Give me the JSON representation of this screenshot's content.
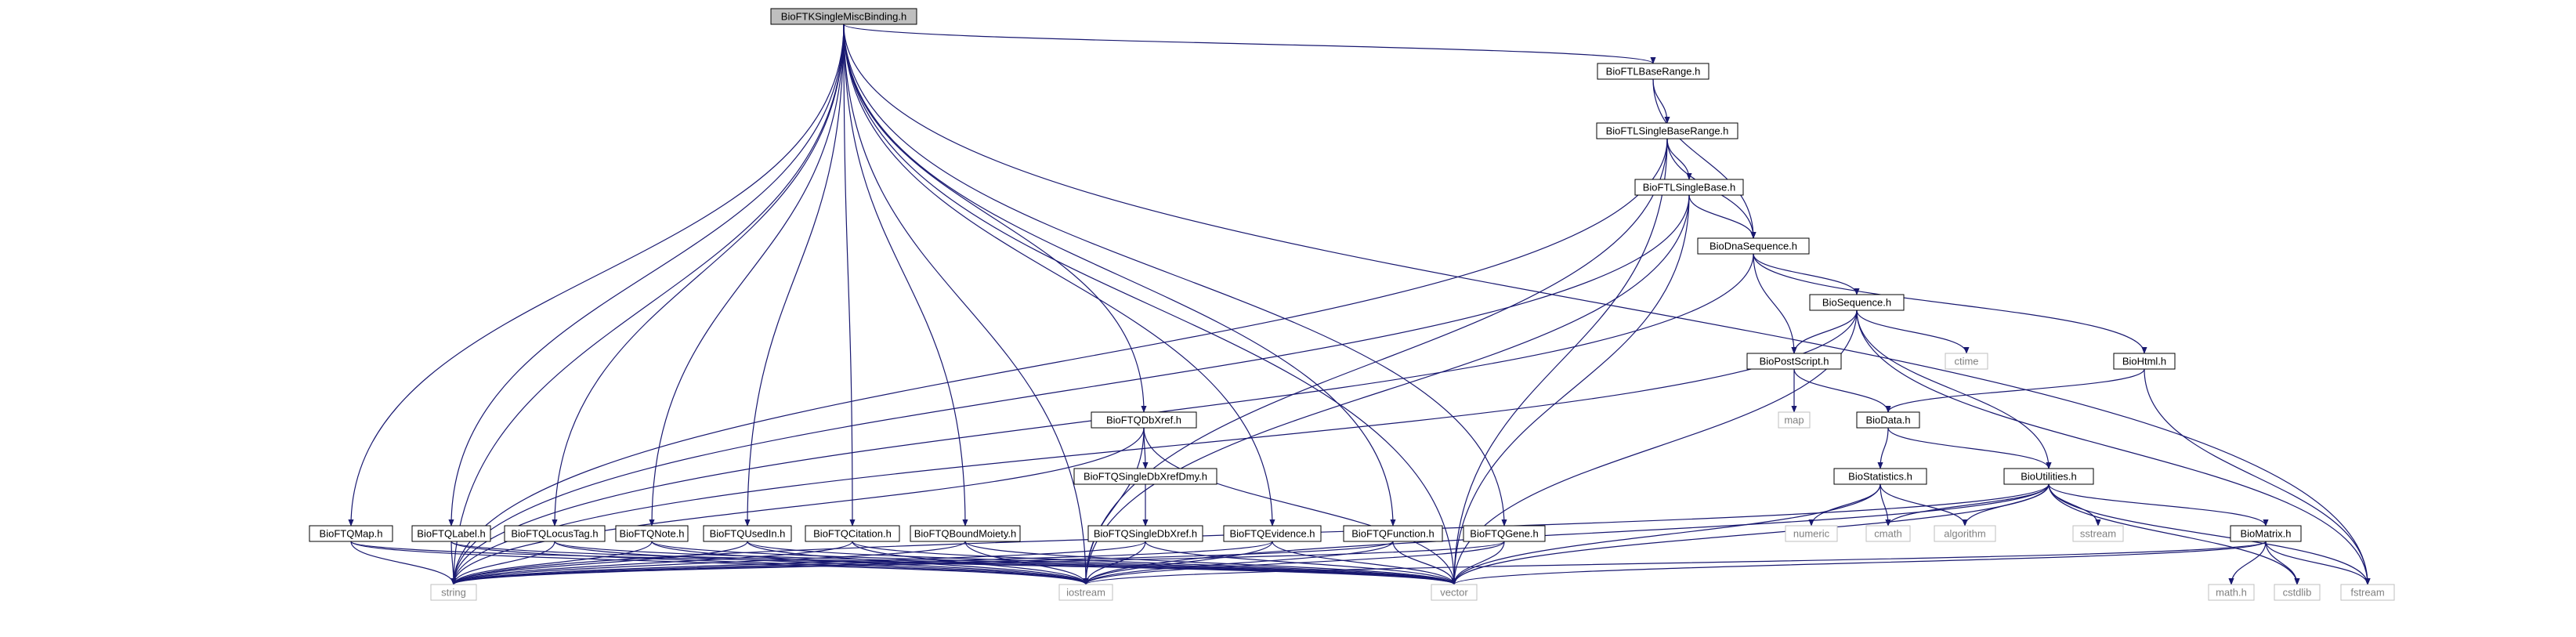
{
  "graph": {
    "colors": {
      "edge": "#191970",
      "node_border": "#000000",
      "external_border": "#bfbfbf",
      "root_fill": "#bfbfbf",
      "node_fill": "#ffffff",
      "external_text": "#7f7f7f"
    },
    "nodes": [
      {
        "id": "root",
        "label": "BioFTKSingleMiscBinding.h",
        "kind": "root"
      },
      {
        "id": "baserange",
        "label": "BioFTLBaseRange.h",
        "kind": "header"
      },
      {
        "id": "sbaserange",
        "label": "BioFTLSingleBaseRange.h",
        "kind": "header"
      },
      {
        "id": "sbase",
        "label": "BioFTLSingleBase.h",
        "kind": "header"
      },
      {
        "id": "dna",
        "label": "BioDnaSequence.h",
        "kind": "header"
      },
      {
        "id": "seq",
        "label": "BioSequence.h",
        "kind": "header"
      },
      {
        "id": "ctime",
        "label": "ctime",
        "kind": "external"
      },
      {
        "id": "ps",
        "label": "BioPostScript.h",
        "kind": "header"
      },
      {
        "id": "html",
        "label": "BioHtml.h",
        "kind": "header"
      },
      {
        "id": "map",
        "label": "map",
        "kind": "external"
      },
      {
        "id": "data",
        "label": "BioData.h",
        "kind": "header"
      },
      {
        "id": "dbxref",
        "label": "BioFTQDbXref.h",
        "kind": "header"
      },
      {
        "id": "sdbxrefd",
        "label": "BioFTQSingleDbXrefDmy.h",
        "kind": "header"
      },
      {
        "id": "stats",
        "label": "BioStatistics.h",
        "kind": "header"
      },
      {
        "id": "util",
        "label": "BioUtilities.h",
        "kind": "header"
      },
      {
        "id": "numeric",
        "label": "numeric",
        "kind": "external"
      },
      {
        "id": "cmath",
        "label": "cmath",
        "kind": "external"
      },
      {
        "id": "algorithm",
        "label": "algorithm",
        "kind": "external"
      },
      {
        "id": "sstream",
        "label": "sstream",
        "kind": "external"
      },
      {
        "id": "sdbxref",
        "label": "BioFTQSingleDbXref.h",
        "kind": "header"
      },
      {
        "id": "qmap",
        "label": "BioFTQMap.h",
        "kind": "header"
      },
      {
        "id": "qlabel",
        "label": "BioFTQLabel.h",
        "kind": "header"
      },
      {
        "id": "qlocus",
        "label": "BioFTQLocusTag.h",
        "kind": "header"
      },
      {
        "id": "qnote",
        "label": "BioFTQNote.h",
        "kind": "header"
      },
      {
        "id": "qused",
        "label": "BioFTQUsedIn.h",
        "kind": "header"
      },
      {
        "id": "qcit",
        "label": "BioFTQCitation.h",
        "kind": "header"
      },
      {
        "id": "qbound",
        "label": "BioFTQBoundMoiety.h",
        "kind": "header"
      },
      {
        "id": "qevid",
        "label": "BioFTQEvidence.h",
        "kind": "header"
      },
      {
        "id": "qfunc",
        "label": "BioFTQFunction.h",
        "kind": "header"
      },
      {
        "id": "qgene",
        "label": "BioFTQGene.h",
        "kind": "header"
      },
      {
        "id": "matrix",
        "label": "BioMatrix.h",
        "kind": "header"
      },
      {
        "id": "string",
        "label": "string",
        "kind": "external"
      },
      {
        "id": "iostream",
        "label": "iostream",
        "kind": "external"
      },
      {
        "id": "vector",
        "label": "vector",
        "kind": "external"
      },
      {
        "id": "mathh",
        "label": "math.h",
        "kind": "external"
      },
      {
        "id": "cstdlib",
        "label": "cstdlib",
        "kind": "external"
      },
      {
        "id": "fstream",
        "label": "fstream",
        "kind": "external"
      }
    ],
    "edges": [
      [
        "root",
        "string"
      ],
      [
        "root",
        "qmap"
      ],
      [
        "root",
        "qlabel"
      ],
      [
        "root",
        "qlocus"
      ],
      [
        "root",
        "iostream"
      ],
      [
        "root",
        "qnote"
      ],
      [
        "root",
        "qused"
      ],
      [
        "root",
        "qcit"
      ],
      [
        "root",
        "qbound"
      ],
      [
        "root",
        "dbxref"
      ],
      [
        "root",
        "qevid"
      ],
      [
        "root",
        "qfunc"
      ],
      [
        "root",
        "qgene"
      ],
      [
        "root",
        "baserange"
      ],
      [
        "root",
        "vector"
      ],
      [
        "root",
        "fstream"
      ],
      [
        "baserange",
        "sbaserange"
      ],
      [
        "baserange",
        "dna"
      ],
      [
        "sbaserange",
        "string"
      ],
      [
        "sbaserange",
        "iostream"
      ],
      [
        "sbaserange",
        "sbase"
      ],
      [
        "sbaserange",
        "dna"
      ],
      [
        "sbaserange",
        "vector"
      ],
      [
        "sbase",
        "string"
      ],
      [
        "sbase",
        "dna"
      ],
      [
        "sbase",
        "iostream"
      ],
      [
        "sbase",
        "vector"
      ],
      [
        "dna",
        "string"
      ],
      [
        "dna",
        "ps"
      ],
      [
        "dna",
        "seq"
      ],
      [
        "dna",
        "html"
      ],
      [
        "seq",
        "string"
      ],
      [
        "seq",
        "ps"
      ],
      [
        "seq",
        "ctime"
      ],
      [
        "seq",
        "util"
      ],
      [
        "seq",
        "vector"
      ],
      [
        "seq",
        "fstream"
      ],
      [
        "ps",
        "map"
      ],
      [
        "ps",
        "data"
      ],
      [
        "html",
        "data"
      ],
      [
        "html",
        "fstream"
      ],
      [
        "data",
        "stats"
      ],
      [
        "data",
        "util"
      ],
      [
        "stats",
        "numeric"
      ],
      [
        "stats",
        "cmath"
      ],
      [
        "stats",
        "algorithm"
      ],
      [
        "stats",
        "vector"
      ],
      [
        "util",
        "string"
      ],
      [
        "util",
        "cmath"
      ],
      [
        "util",
        "algorithm"
      ],
      [
        "util",
        "sstream"
      ],
      [
        "util",
        "iostream"
      ],
      [
        "util",
        "vector"
      ],
      [
        "util",
        "matrix"
      ],
      [
        "util",
        "cstdlib"
      ],
      [
        "util",
        "fstream"
      ],
      [
        "matrix",
        "iostream"
      ],
      [
        "matrix",
        "vector"
      ],
      [
        "matrix",
        "mathh"
      ],
      [
        "matrix",
        "cstdlib"
      ],
      [
        "matrix",
        "fstream"
      ],
      [
        "dbxref",
        "string"
      ],
      [
        "dbxref",
        "sdbxrefd"
      ],
      [
        "dbxref",
        "iostream"
      ],
      [
        "dbxref",
        "vector"
      ],
      [
        "sdbxrefd",
        "sdbxref"
      ],
      [
        "sdbxref",
        "string"
      ],
      [
        "sdbxref",
        "iostream"
      ],
      [
        "sdbxref",
        "vector"
      ],
      [
        "qmap",
        "string"
      ],
      [
        "qmap",
        "iostream"
      ],
      [
        "qmap",
        "vector"
      ],
      [
        "qlabel",
        "string"
      ],
      [
        "qlabel",
        "iostream"
      ],
      [
        "qlabel",
        "vector"
      ],
      [
        "qlocus",
        "string"
      ],
      [
        "qlocus",
        "iostream"
      ],
      [
        "qlocus",
        "vector"
      ],
      [
        "qnote",
        "string"
      ],
      [
        "qnote",
        "iostream"
      ],
      [
        "qnote",
        "vector"
      ],
      [
        "qused",
        "string"
      ],
      [
        "qused",
        "iostream"
      ],
      [
        "qused",
        "vector"
      ],
      [
        "qcit",
        "string"
      ],
      [
        "qcit",
        "iostream"
      ],
      [
        "qcit",
        "vector"
      ],
      [
        "qbound",
        "string"
      ],
      [
        "qbound",
        "iostream"
      ],
      [
        "qbound",
        "vector"
      ],
      [
        "qevid",
        "string"
      ],
      [
        "qevid",
        "iostream"
      ],
      [
        "qevid",
        "vector"
      ],
      [
        "qfunc",
        "string"
      ],
      [
        "qfunc",
        "iostream"
      ],
      [
        "qfunc",
        "vector"
      ],
      [
        "qgene",
        "string"
      ],
      [
        "qgene",
        "iostream"
      ],
      [
        "qgene",
        "vector"
      ]
    ]
  }
}
